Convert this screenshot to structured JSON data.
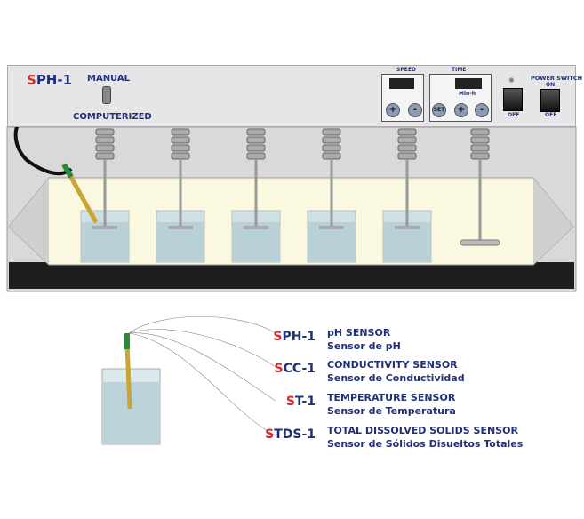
{
  "device": {
    "model_prefix": "S",
    "model_rest": "PH-1",
    "manual_label": "MANUAL",
    "computerized_label": "COMPUTERIZED",
    "speed_label": "SPEED",
    "time_label": "TIME",
    "time_unit": "Min-h",
    "set_label": "SET",
    "plus": "+",
    "minus": "-",
    "light_off": "OFF",
    "power_label": "POWER SWITCH",
    "power_on": "ON",
    "power_off": "OFF"
  },
  "sensors": [
    {
      "prefix": "S",
      "rest": "PH-1",
      "name": "pH SENSOR",
      "name_es": "Sensor de pH"
    },
    {
      "prefix": "S",
      "rest": "CC-1",
      "name": "CONDUCTIVITY SENSOR",
      "name_es": "Sensor de Conductividad"
    },
    {
      "prefix": "S",
      "rest": "T-1",
      "name": "TEMPERATURE SENSOR",
      "name_es": "Sensor de Temperatura"
    },
    {
      "prefix": "S",
      "rest": "TDS-1",
      "name": "TOTAL DISSOLVED SOLIDS SENSOR",
      "name_es": "Sensor de Sólidos Disueltos Totales"
    }
  ],
  "colors": {
    "text": "#1f2f7a",
    "accent": "#d8262b"
  }
}
